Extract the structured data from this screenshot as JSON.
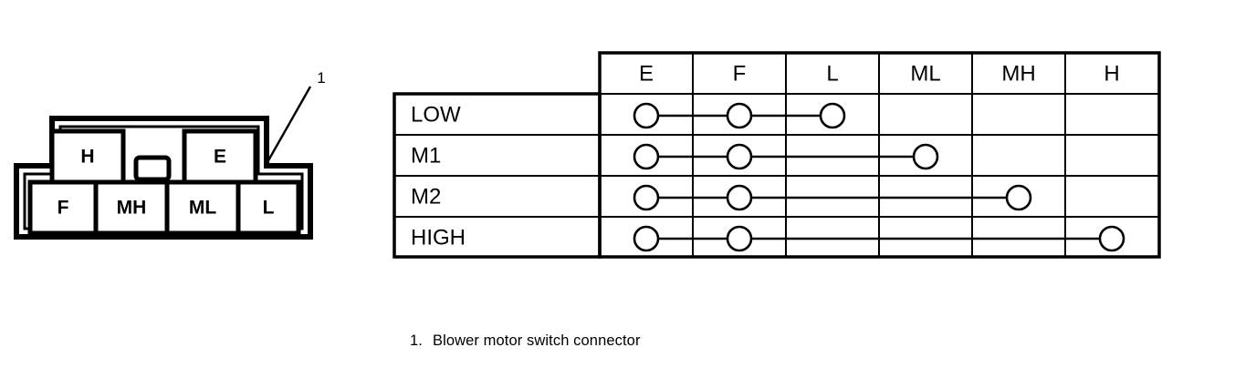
{
  "figure": {
    "callout_number": "1",
    "caption_number": "1.",
    "caption_text": "Blower motor switch connector",
    "connector": {
      "top_row_pins": [
        {
          "label": "H"
        },
        {
          "label": "E"
        }
      ],
      "bottom_row_pins": [
        {
          "label": "F"
        },
        {
          "label": "MH"
        },
        {
          "label": "ML"
        },
        {
          "label": "L"
        }
      ]
    }
  },
  "table": {
    "corner_header": "",
    "columns": [
      "E",
      "F",
      "L",
      "ML",
      "MH",
      "H"
    ],
    "rows": [
      {
        "label": "LOW",
        "contacts": [
          "E",
          "F",
          "L"
        ]
      },
      {
        "label": "M1",
        "contacts": [
          "E",
          "F",
          "ML"
        ]
      },
      {
        "label": "M2",
        "contacts": [
          "E",
          "F",
          "MH"
        ]
      },
      {
        "label": "HIGH",
        "contacts": [
          "E",
          "F",
          "H"
        ]
      }
    ]
  },
  "style": {
    "ink": "#000000",
    "paper": "#ffffff"
  }
}
